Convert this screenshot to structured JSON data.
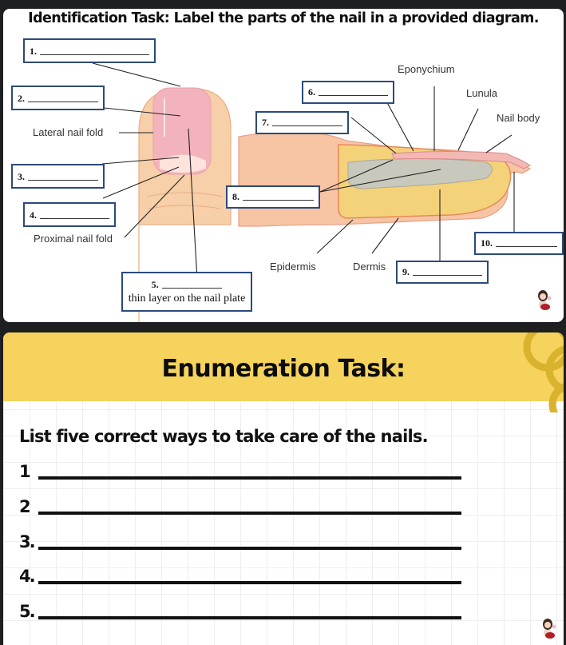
{
  "identification": {
    "title": "Identification Task: Label the parts of the nail in a provided diagram.",
    "label_boxes": [
      {
        "number": "1.",
        "answer": ""
      },
      {
        "number": "2.",
        "answer": ""
      },
      {
        "number": "3.",
        "answer": ""
      },
      {
        "number": "4.",
        "answer": ""
      },
      {
        "number": "5.",
        "answer": "",
        "hint": "thin layer on the nail plate"
      },
      {
        "number": "6.",
        "answer": ""
      },
      {
        "number": "7.",
        "answer": ""
      },
      {
        "number": "8.",
        "answer": ""
      },
      {
        "number": "9.",
        "answer": ""
      },
      {
        "number": "10.",
        "answer": ""
      }
    ],
    "diagram_labels": {
      "lateral_nail_fold": "Lateral nail fold",
      "proximal_nail_fold": "Proximal nail fold",
      "eponychium": "Eponychium",
      "lunula": "Lunula",
      "nail_body": "Nail body",
      "epidermis": "Epidermis",
      "dermis": "Dermis"
    },
    "colors": {
      "box_border": "#2b4a7a",
      "skin": "#f6c9a0",
      "nail": "#f2b8c0",
      "fat": "#f4d27a",
      "bone": "#c9c8bd"
    }
  },
  "enumeration": {
    "title": "Enumeration Task:",
    "instruction": "List five correct ways to take care of the nails.",
    "items": [
      {
        "number": "1",
        "answer": ""
      },
      {
        "number": "2",
        "answer": ""
      },
      {
        "number": "3.",
        "answer": ""
      },
      {
        "number": "4.",
        "answer": ""
      },
      {
        "number": "5.",
        "answer": ""
      }
    ],
    "colors": {
      "band": "#f5d35c",
      "decoration": "#d9b22e"
    }
  }
}
